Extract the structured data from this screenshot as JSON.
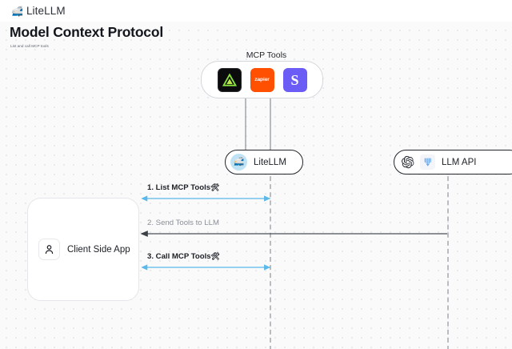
{
  "header": {
    "logo_icon": "bullet-train-emoji",
    "logo_emoji": "🚅",
    "brand": "LiteLLM"
  },
  "page": {
    "title": "Model Context Protocol",
    "subtitle": "List and call MCP tools"
  },
  "diagram": {
    "type": "sequence-diagram",
    "mcp_tools_group": {
      "label": "MCP Tools",
      "tools": [
        {
          "name": "triangle-logo-tool",
          "label": "",
          "bg": "#0b0b0d",
          "fg": "#8ce33f"
        },
        {
          "name": "zapier-tool",
          "label": "zapier",
          "bg": "#ff4f00",
          "fg": "#ffffff"
        },
        {
          "name": "slack-s-tool",
          "label": "S",
          "bg": "#6b5cf6",
          "fg": "#ffffff"
        }
      ]
    },
    "nodes": [
      {
        "id": "litellm",
        "label": "LiteLLM",
        "icon": "litellm-train-icon",
        "emoji": "🚅"
      },
      {
        "id": "llm_api",
        "label": "LLM API",
        "icons": [
          "openai-icon",
          "anthropic-icon"
        ]
      },
      {
        "id": "client",
        "label": "Client Side App",
        "icon": "user-icon"
      }
    ],
    "messages": [
      {
        "step": "1.",
        "text": "1. List MCP Tools",
        "emoji": "🛠",
        "color": "#5bb8ea",
        "direction": "bidirectional",
        "style": "dark-label"
      },
      {
        "step": "2.",
        "text": "2. Send Tools to LLM",
        "emoji": "",
        "color": "#4a4f56",
        "direction": "right-to-left",
        "style": "gray-label"
      },
      {
        "step": "3.",
        "text": "3. Call MCP Tools",
        "emoji": "🛠",
        "color": "#5bb8ea",
        "direction": "bidirectional",
        "style": "dark-label"
      }
    ],
    "vertical_connectors": [
      {
        "name": "tools-to-litellm-up",
        "direction": "up",
        "color": "#9aa0a6"
      },
      {
        "name": "litellm-to-tools-down",
        "direction": "down",
        "color": "#9aa0a6"
      }
    ]
  },
  "colors": {
    "canvas_bg": "#fafafa",
    "dot_grid": "#e3e4e6",
    "accent_blue": "#5bb8ea",
    "arrow_gray": "#9aa0a6",
    "text_dark": "#1b1f25",
    "text_muted": "#8c9198"
  }
}
